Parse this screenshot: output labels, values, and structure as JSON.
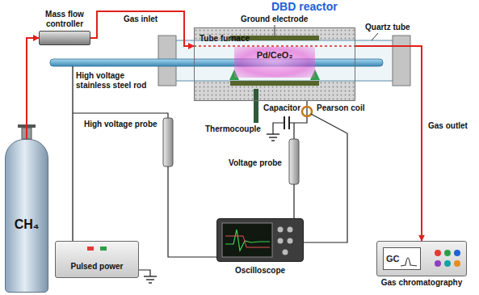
{
  "diagram": {
    "title": "DBD reactor",
    "nodes": [
      {
        "text": [
          "CH₄"
        ]
      },
      {
        "text": [
          "Mass flow controller"
        ]
      },
      {
        "text": [
          "Tube furnace"
        ]
      },
      {
        "text": [
          "Pd/CeO₂"
        ],
        "in": 2
      },
      {
        "text": [
          "Pulsed power"
        ]
      },
      {
        "text": [
          "Oscilloscope"
        ]
      },
      {
        "text": [
          "GC",
          "Gas chromatography"
        ]
      }
    ],
    "edges": [
      {
        "from": 0,
        "to": 1,
        "arrow": "to"
      },
      {
        "from": 1,
        "to": 2,
        "label": "Gas inlet",
        "arrow": "to"
      },
      {
        "from": 2,
        "to": 6,
        "label": "Gas outlet",
        "arrow": "to"
      }
    ],
    "labels": [
      "Ground electrode",
      "Quartz tube",
      "High voltage stainless steel rod",
      "Thermocouple",
      "Capacitor",
      "Pearson coil",
      "High voltage probe",
      "Voltage probe"
    ]
  }
}
